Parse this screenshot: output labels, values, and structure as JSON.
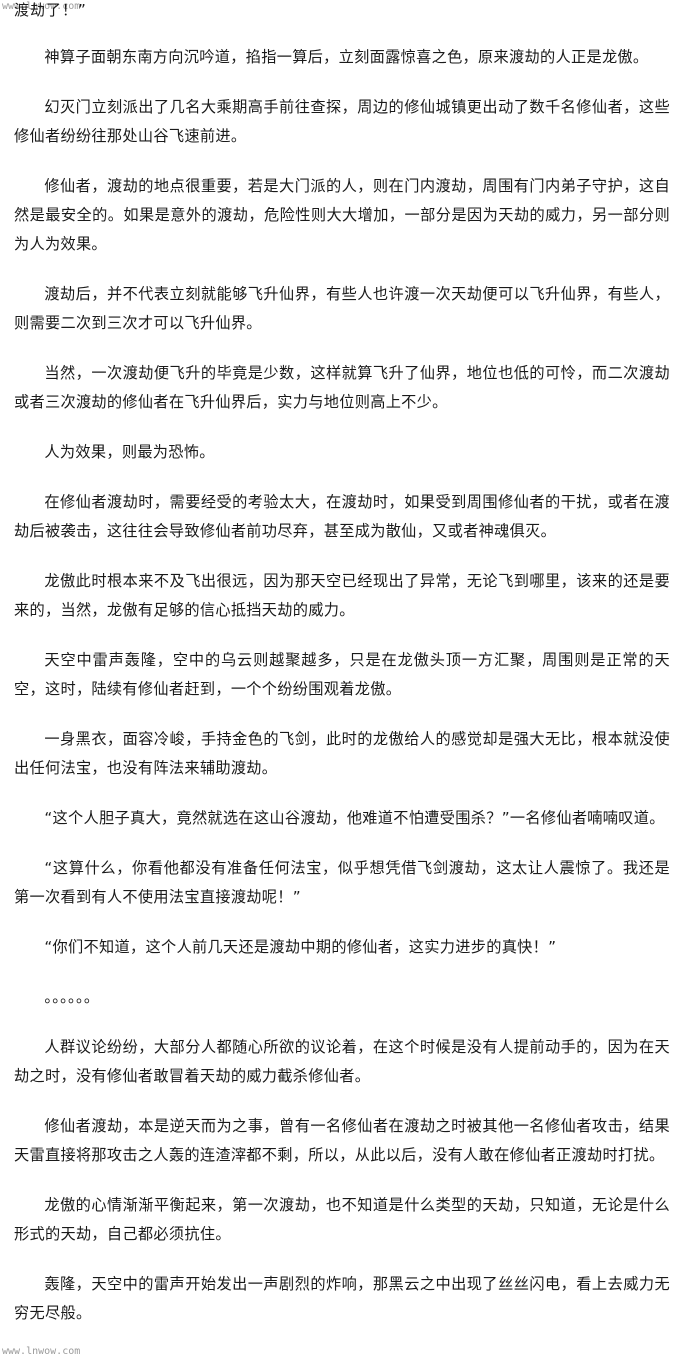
{
  "watermark": {
    "top": "www.lnwow.com",
    "bottom": "www.lnwow.com"
  },
  "top_fragment": "渡劫了！”",
  "paragraphs": [
    "神算子面朝东南方向沉吟道，掐指一算后，立刻面露惊喜之色，原来渡劫的人正是龙傲。",
    "幻灭门立刻派出了几名大乘期高手前往查探，周边的修仙城镇更出动了数千名修仙者，这些修仙者纷纷往那处山谷飞速前进。",
    "修仙者，渡劫的地点很重要，若是大门派的人，则在门内渡劫，周围有门内弟子守护，这自然是最安全的。如果是意外的渡劫，危险性则大大增加，一部分是因为天劫的威力，另一部分则为人为效果。",
    "渡劫后，并不代表立刻就能够飞升仙界，有些人也许渡一次天劫便可以飞升仙界，有些人，则需要二次到三次才可以飞升仙界。",
    "当然，一次渡劫便飞升的毕竟是少数，这样就算飞升了仙界，地位也低的可怜，而二次渡劫或者三次渡劫的修仙者在飞升仙界后，实力与地位则高上不少。",
    "人为效果，则最为恐怖。",
    "在修仙者渡劫时，需要经受的考验太大，在渡劫时，如果受到周围修仙者的干扰，或者在渡劫后被袭击，这往往会导致修仙者前功尽弃，甚至成为散仙，又或者神魂俱灭。",
    "龙傲此时根本来不及飞出很远，因为那天空已经现出了异常，无论飞到哪里，该来的还是要来的，当然，龙傲有足够的信心抵挡天劫的威力。",
    "天空中雷声轰隆，空中的乌云则越聚越多，只是在龙傲头顶一方汇聚，周围则是正常的天空，这时，陆续有修仙者赶到，一个个纷纷围观着龙傲。",
    "一身黑衣，面容冷峻，手持金色的飞剑，此时的龙傲给人的感觉却是强大无比，根本就没使出任何法宝，也没有阵法来辅助渡劫。",
    "“这个人胆子真大，竟然就选在这山谷渡劫，他难道不怕遭受围杀？”一名修仙者喃喃叹道。",
    "“这算什么，你看他都没有准备任何法宝，似乎想凭借飞剑渡劫，这太让人震惊了。我还是第一次看到有人不使用法宝直接渡劫呢！”",
    "“你们不知道，这个人前几天还是渡劫中期的修仙者，这实力进步的真快！”",
    "。。。。。。",
    "人群议论纷纷，大部分人都随心所欲的议论着，在这个时候是没有人提前动手的，因为在天劫之时，没有修仙者敢冒着天劫的威力截杀修仙者。",
    "修仙者渡劫，本是逆天而为之事，曾有一名修仙者在渡劫之时被其他一名修仙者攻击，结果天雷直接将那攻击之人轰的连渣滓都不剩，所以，从此以后，没有人敢在修仙者正渡劫时打扰。",
    "龙傲的心情渐渐平衡起来，第一次渡劫，也不知道是什么类型的天劫，只知道，无论是什么形式的天劫，自己都必须抗住。",
    "轰隆，天空中的雷声开始发出一声剧烈的炸响，那黑云之中出现了丝丝闪电，看上去威力无穷无尽般。"
  ]
}
